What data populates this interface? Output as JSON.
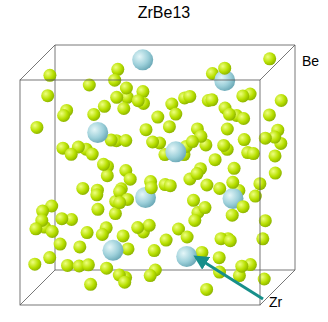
{
  "diagram": {
    "title": "ZrBe13",
    "labels": [
      "Be",
      "Zr"
    ]
  }
}
